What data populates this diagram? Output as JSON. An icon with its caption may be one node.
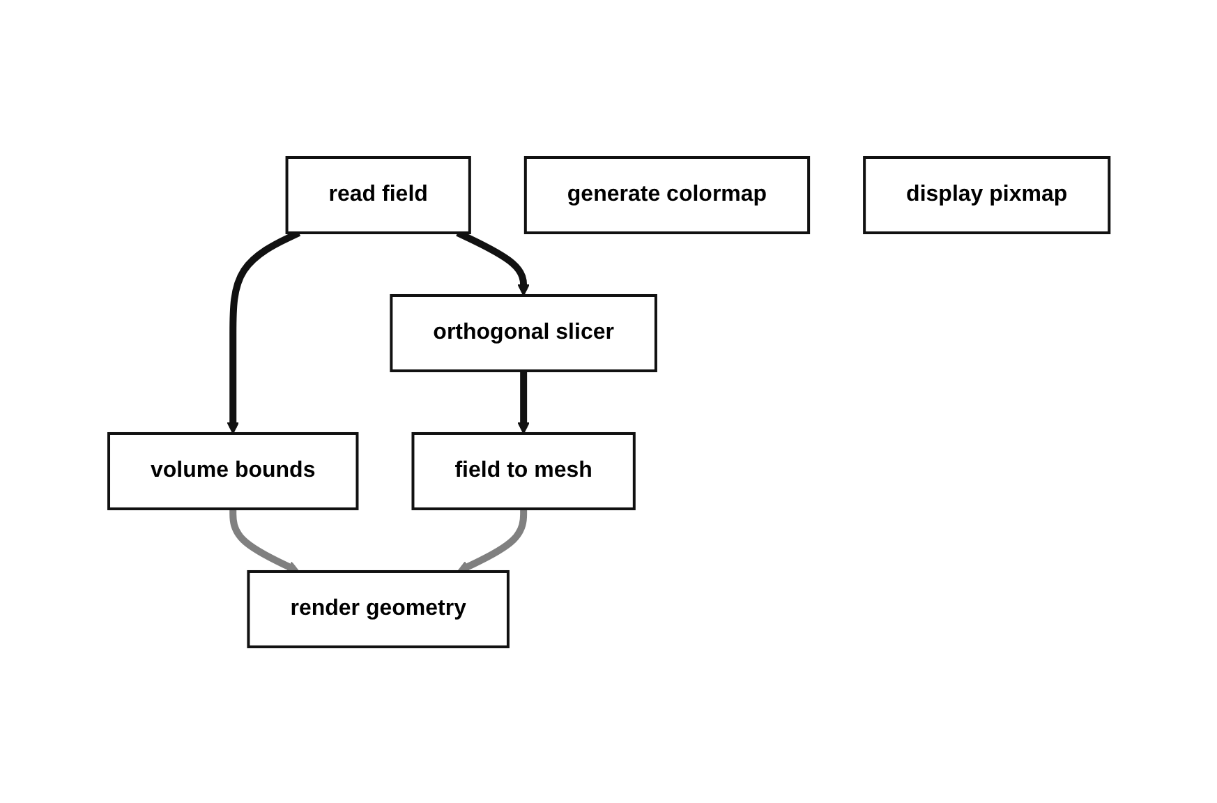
{
  "diagram": {
    "nodes": [
      {
        "text": [
          "read field"
        ]
      },
      {
        "text": [
          "orthogonal slicer"
        ]
      },
      {
        "text": [
          "volume bounds"
        ]
      },
      {
        "text": [
          "generate colormap"
        ]
      },
      {
        "text": [
          "field to mesh"
        ]
      },
      {
        "text": [
          "render geometry"
        ]
      },
      {
        "text": [
          "display pixmap"
        ]
      }
    ],
    "edges": [
      {
        "from": 0,
        "to": 1,
        "arrow": "to"
      },
      {
        "from": 0,
        "to": 2,
        "arrow": "to"
      },
      {
        "from": 1,
        "to": 4,
        "arrow": "to"
      },
      {
        "from": 2,
        "to": 5,
        "arrow": "to",
        "color": "#808080"
      },
      {
        "from": 4,
        "to": 5,
        "arrow": "to",
        "color": "#808080"
      }
    ]
  }
}
